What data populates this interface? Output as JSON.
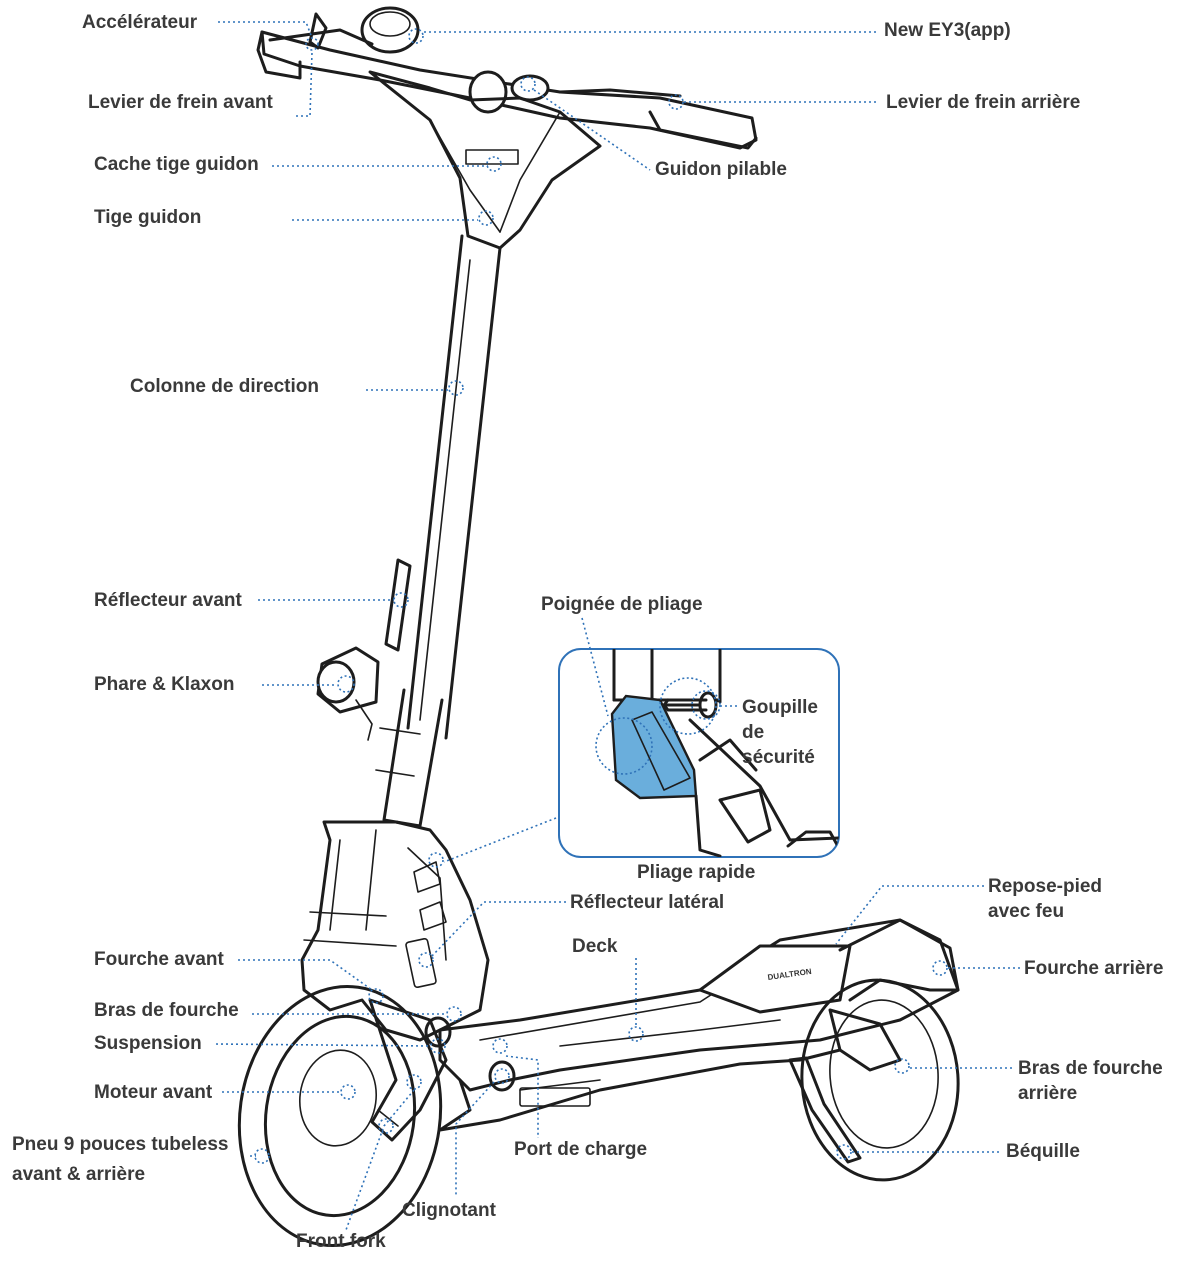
{
  "labels": {
    "accelerateur": "Accélérateur",
    "new_ey3": "New EY3(app)",
    "levier_frein_avant": "Levier de frein avant",
    "levier_frein_arriere": "Levier de frein arrière",
    "cache_tige_guidon": "Cache tige guidon",
    "guidon_pilable": "Guidon pilable",
    "tige_guidon": "Tige guidon",
    "colonne_direction": "Colonne de direction",
    "poignee_pliage": "Poignée de pliage",
    "reflecteur_avant": "Réflecteur avant",
    "goupille_securite": "Goupille\nde\nsécurité",
    "phare_klaxon": "Phare & Klaxon",
    "pliage_rapide": "Pliage rapide",
    "repose_pied": "Repose-pied\navec feu",
    "reflecteur_lateral": "Réflecteur latéral",
    "deck": "Deck",
    "fourche_arriere": "Fourche arrière",
    "fourche_avant": "Fourche avant",
    "bras_fourche": "Bras de fourche",
    "suspension": "Suspension",
    "bras_fourche_arriere": "Bras de fourche\narrière",
    "moteur_avant": "Moteur avant",
    "pneu": "Pneu 9 pouces tubeless\navant & arrière",
    "port_charge": "Port de charge",
    "bequille": "Béquille",
    "clignotant": "Clignotant",
    "front_fork": "Front fork"
  },
  "deck_logo": "DUALTRON",
  "colors": {
    "label_text": "#3a3a3a",
    "leader_line": "#2f72b8",
    "inset_border": "#2f72b8",
    "inset_highlight": "#6aaedc",
    "line_art": "#1d1d1d"
  }
}
